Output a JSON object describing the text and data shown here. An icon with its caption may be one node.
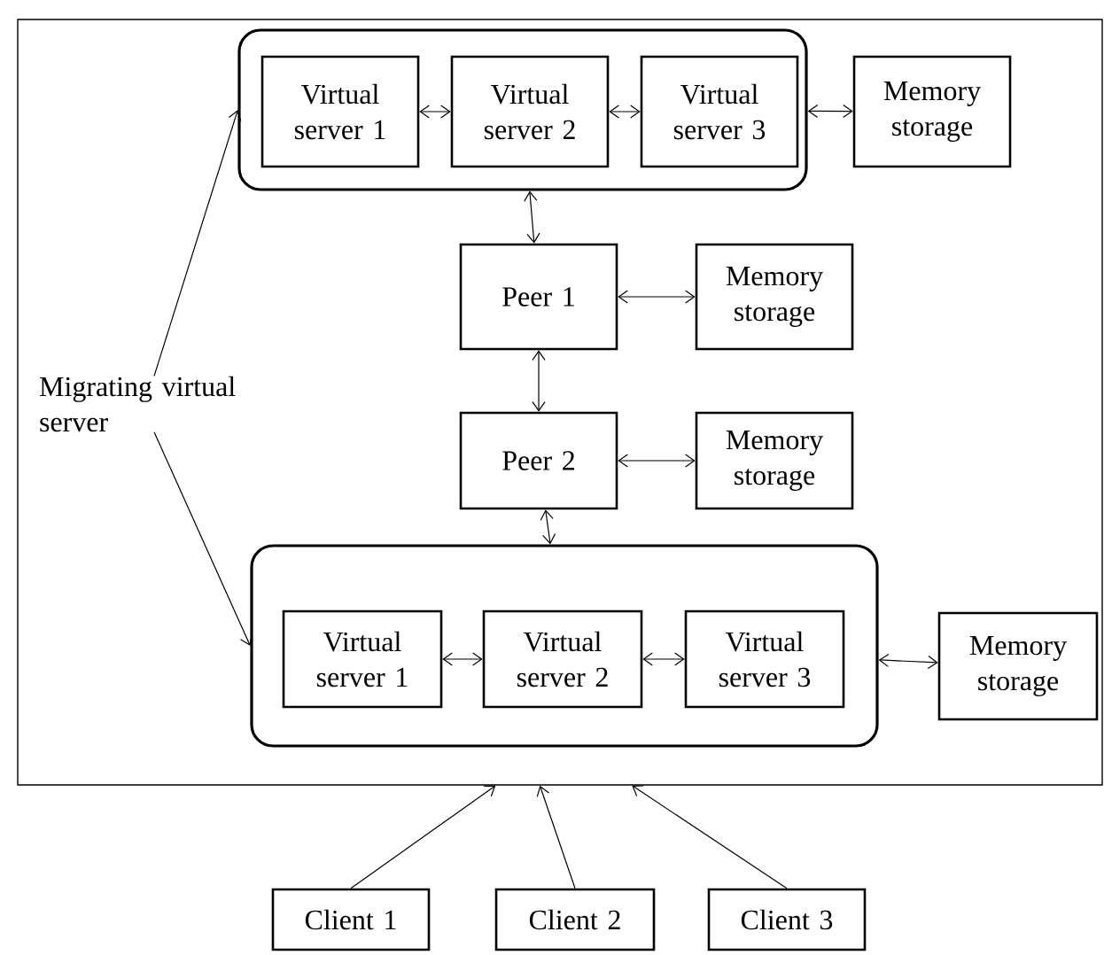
{
  "diagram": {
    "nodes": [
      {
        "text": [],
        "shape": "box"
      },
      {
        "text": [],
        "shape": "box",
        "in": 0
      },
      {
        "text": [
          "Virtual server 1"
        ],
        "in": 1
      },
      {
        "text": [
          "Virtual server 2"
        ],
        "in": 1
      },
      {
        "text": [
          "Virtual server 3"
        ],
        "in": 1
      },
      {
        "text": [
          "Memory storage"
        ],
        "in": 0
      },
      {
        "text": [
          "Peer 1"
        ],
        "in": 0
      },
      {
        "text": [
          "Memory storage"
        ],
        "in": 0
      },
      {
        "text": [
          "Peer 2"
        ],
        "in": 0
      },
      {
        "text": [
          "Memory storage"
        ],
        "in": 0
      },
      {
        "text": [
          "Migrating virtual server"
        ],
        "in": 0
      },
      {
        "text": [],
        "shape": "box",
        "in": 0
      },
      {
        "text": [
          "Virtual server 1"
        ],
        "in": 11
      },
      {
        "text": [
          "Virtual server 2"
        ],
        "in": 11
      },
      {
        "text": [
          "Virtual server 3"
        ],
        "in": 11
      },
      {
        "text": [
          "Memory storage"
        ],
        "in": 0
      },
      {
        "text": [
          "Client 1"
        ]
      },
      {
        "text": [
          "Client 2"
        ]
      },
      {
        "text": [
          "Client 3"
        ]
      }
    ],
    "edges": [
      {
        "from": 2,
        "to": 3,
        "arrow": "both"
      },
      {
        "from": 3,
        "to": 4,
        "arrow": "both"
      },
      {
        "from": 1,
        "to": 5,
        "arrow": "both"
      },
      {
        "from": 1,
        "to": 6,
        "arrow": "both"
      },
      {
        "from": 6,
        "to": 7,
        "arrow": "both"
      },
      {
        "from": 6,
        "to": 8,
        "arrow": "both"
      },
      {
        "from": 8,
        "to": 9,
        "arrow": "both"
      },
      {
        "from": 8,
        "to": 11,
        "arrow": "both"
      },
      {
        "from": 12,
        "to": 13,
        "arrow": "both"
      },
      {
        "from": 13,
        "to": 14,
        "arrow": "both"
      },
      {
        "from": 11,
        "to": 15,
        "arrow": "both"
      },
      {
        "from": 10,
        "to": 1,
        "arrow": "to"
      },
      {
        "from": 10,
        "to": 11,
        "arrow": "to"
      },
      {
        "from": 16,
        "to": 0,
        "arrow": "to"
      },
      {
        "from": 17,
        "to": 0,
        "arrow": "to"
      },
      {
        "from": 18,
        "to": 0,
        "arrow": "to"
      }
    ]
  }
}
